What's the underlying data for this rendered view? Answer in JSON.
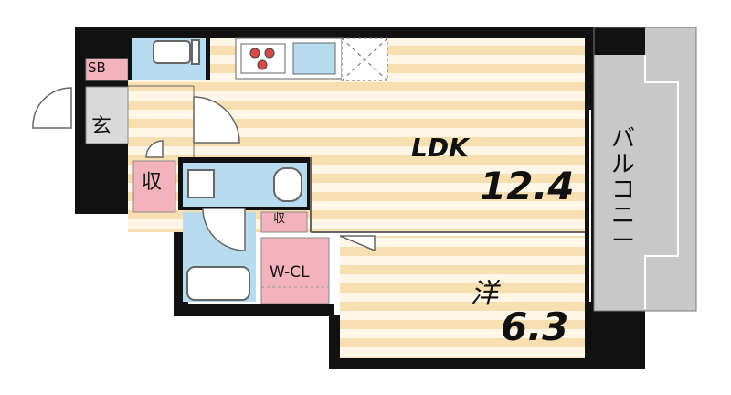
{
  "rooms": {
    "ldk": {
      "name": "LDK",
      "size": "12.4"
    },
    "western": {
      "name": "洋",
      "size": "6.3"
    },
    "shoe_box": {
      "name": "SB"
    },
    "entrance": {
      "name": "玄"
    },
    "storage_1": {
      "name": "収"
    },
    "storage_2": {
      "name": "収"
    },
    "walk_in_closet": {
      "name": "W-CL"
    },
    "balcony": {
      "name": "バルコニー"
    }
  },
  "colors": {
    "wall": "#111111",
    "floor_stripe_light": "#fff6e7",
    "floor_stripe_dark": "#f7dfb1",
    "wet_area": "#b8dcef",
    "storage_pink": "#f3b3bc",
    "balcony_fill": "#c8c8c8",
    "fixture_line": "#666666"
  }
}
